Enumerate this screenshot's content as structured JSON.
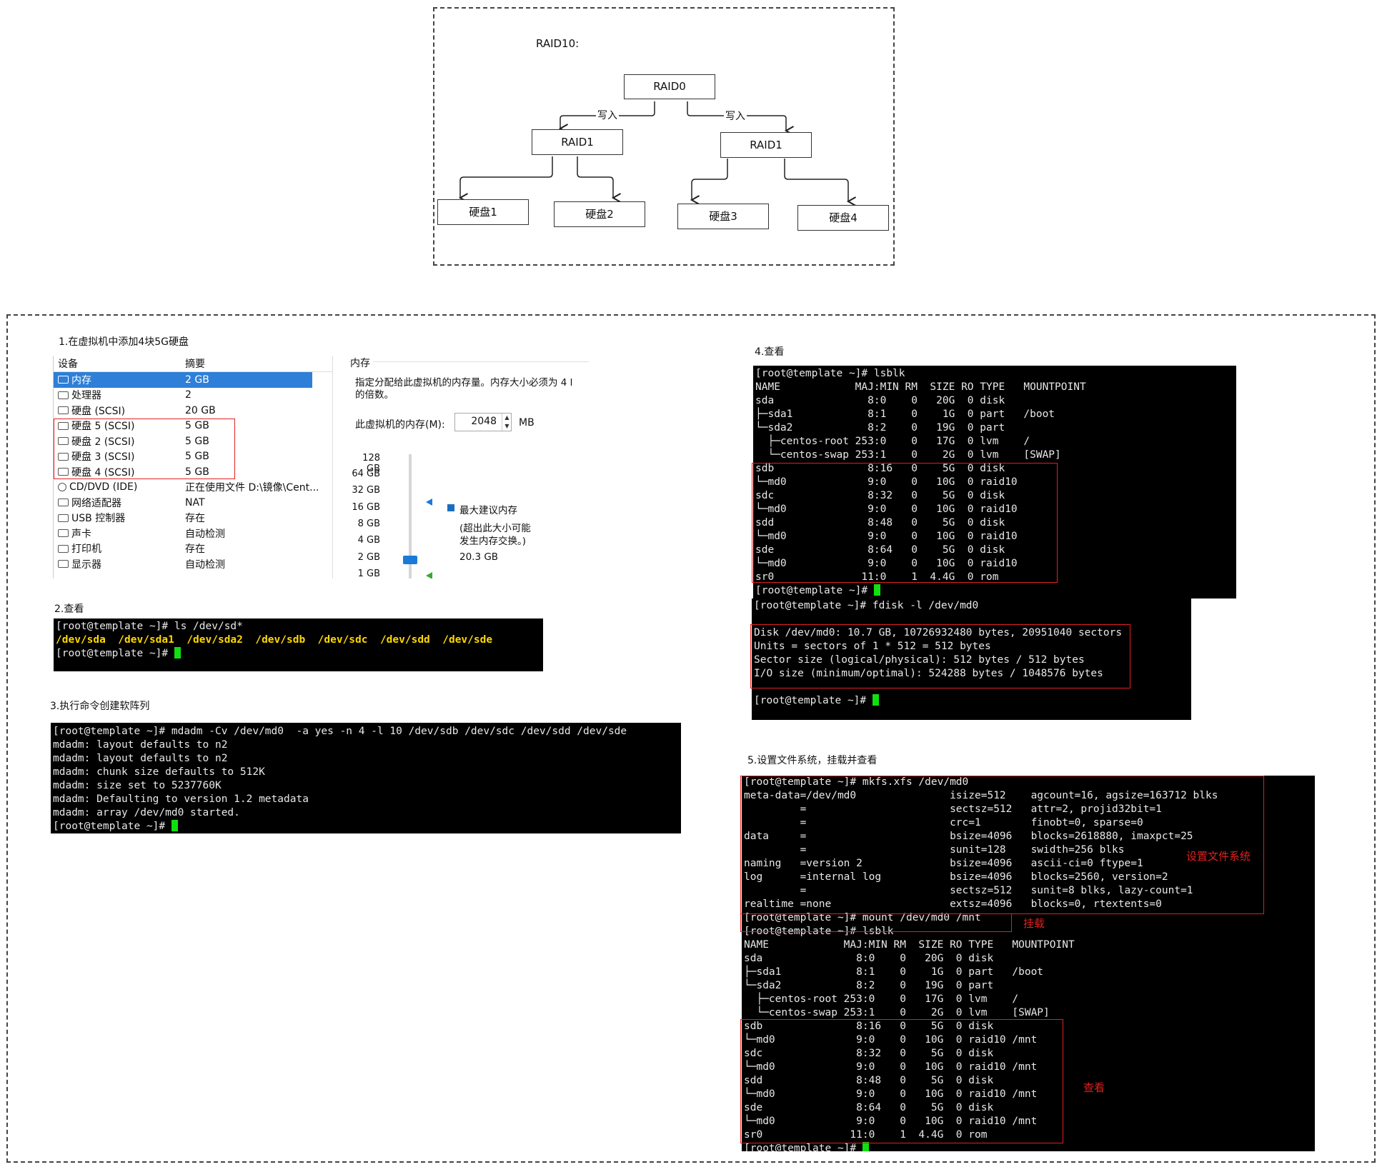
{
  "diagram": {
    "title": "RAID10:",
    "root": "RAID0",
    "write_label": "写入",
    "mid": [
      "RAID1",
      "RAID1"
    ],
    "leaves": [
      "硬盘1",
      "硬盘2",
      "硬盘3",
      "硬盘4"
    ]
  },
  "step1": {
    "heading": "1.在虚拟机中添加4块5G硬盘",
    "col_device": "设备",
    "col_summary": "摘要",
    "devices": [
      {
        "name": "内存",
        "summary": "2 GB",
        "icon": "memory-icon"
      },
      {
        "name": "处理器",
        "summary": "2",
        "icon": "cpu-icon"
      },
      {
        "name": "硬盘 (SCSI)",
        "summary": "20 GB",
        "icon": "disk-icon"
      },
      {
        "name": "硬盘 5 (SCSI)",
        "summary": "5 GB",
        "icon": "disk-icon"
      },
      {
        "name": "硬盘 2 (SCSI)",
        "summary": "5 GB",
        "icon": "disk-icon"
      },
      {
        "name": "硬盘 3 (SCSI)",
        "summary": "5 GB",
        "icon": "disk-icon"
      },
      {
        "name": "硬盘 4 (SCSI)",
        "summary": "5 GB",
        "icon": "disk-icon"
      },
      {
        "name": "CD/DVD (IDE)",
        "summary": "正在使用文件 D:\\镜像\\Cent...",
        "icon": "cd-icon"
      },
      {
        "name": "网络适配器",
        "summary": "NAT",
        "icon": "network-icon"
      },
      {
        "name": "USB 控制器",
        "summary": "存在",
        "icon": "usb-icon"
      },
      {
        "name": "声卡",
        "summary": "自动检测",
        "icon": "speaker-icon"
      },
      {
        "name": "打印机",
        "summary": "存在",
        "icon": "printer-icon"
      },
      {
        "name": "显示器",
        "summary": "自动检测",
        "icon": "monitor-icon"
      }
    ],
    "memory": {
      "group": "内存",
      "desc": "指定分配给此虚拟机的内存量。内存大小必须为 4 l 的倍数。",
      "desc1": "指定分配给此虚拟机的内存量。内存大小必须为 4 l",
      "desc2": "的倍数。",
      "field_label": "此虚拟机的内存(M):",
      "value": "2048",
      "unit": "MB",
      "scale": [
        "128 GB",
        "64 GB",
        "32 GB",
        "16 GB",
        "8 GB",
        "4 GB",
        "2 GB",
        "1 GB"
      ],
      "legend_max": "最大建议内存",
      "legend_note1": "(超出此大小可能",
      "legend_note2": "发生内存交换。)",
      "legend_value": "20.3 GB"
    }
  },
  "step2": {
    "heading": "2.查看",
    "lines": [
      "[root@template ~]# ls /dev/sd*",
      "/dev/sda  /dev/sda1  /dev/sda2  /dev/sdb  /dev/sdc  /dev/sdd  /dev/sde",
      "[root@template ~]# "
    ]
  },
  "step3": {
    "heading": "3.执行命令创建软阵列",
    "lines": [
      "[root@template ~]# mdadm -Cv /dev/md0  -a yes -n 4 -l 10 /dev/sdb /dev/sdc /dev/sdd /dev/sde",
      "mdadm: layout defaults to n2",
      "mdadm: layout defaults to n2",
      "mdadm: chunk size defaults to 512K",
      "mdadm: size set to 5237760K",
      "mdadm: Defaulting to version 1.2 metadata",
      "mdadm: array /dev/md0 started.",
      "[root@template ~]# "
    ]
  },
  "step4": {
    "heading": "4.查看",
    "lsblk": [
      "[root@template ~]# lsblk",
      "NAME            MAJ:MIN RM  SIZE RO TYPE   MOUNTPOINT",
      "sda               8:0    0   20G  0 disk",
      "├─sda1            8:1    0    1G  0 part   /boot",
      "└─sda2            8:2    0   19G  0 part",
      "  ├─centos-root 253:0    0   17G  0 lvm    /",
      "  └─centos-swap 253:1    0    2G  0 lvm    [SWAP]",
      "sdb               8:16   0    5G  0 disk",
      "└─md0             9:0    0   10G  0 raid10",
      "sdc               8:32   0    5G  0 disk",
      "└─md0             9:0    0   10G  0 raid10",
      "sdd               8:48   0    5G  0 disk",
      "└─md0             9:0    0   10G  0 raid10",
      "sde               8:64   0    5G  0 disk",
      "└─md0             9:0    0   10G  0 raid10",
      "sr0              11:0    1  4.4G  0 rom",
      "[root@template ~]# "
    ],
    "fdisk": [
      "[root@template ~]# fdisk -l /dev/md0",
      "",
      "Disk /dev/md0: 10.7 GB, 10726932480 bytes, 20951040 sectors",
      "Units = sectors of 1 * 512 = 512 bytes",
      "Sector size (logical/physical): 512 bytes / 512 bytes",
      "I/O size (minimum/optimal): 524288 bytes / 1048576 bytes",
      "",
      "[root@template ~]# "
    ]
  },
  "step5": {
    "heading": "5.设置文件系统，挂载并查看",
    "note_fs": "设置文件系统",
    "note_mount": "挂载",
    "note_view": "查看",
    "lines": [
      "[root@template ~]# mkfs.xfs /dev/md0",
      "meta-data=/dev/md0               isize=512    agcount=16, agsize=163712 blks",
      "         =                       sectsz=512   attr=2, projid32bit=1",
      "         =                       crc=1        finobt=0, sparse=0",
      "data     =                       bsize=4096   blocks=2618880, imaxpct=25",
      "         =                       sunit=128    swidth=256 blks",
      "naming   =version 2              bsize=4096   ascii-ci=0 ftype=1",
      "log      =internal log           bsize=4096   blocks=2560, version=2",
      "         =                       sectsz=512   sunit=8 blks, lazy-count=1",
      "realtime =none                   extsz=4096   blocks=0, rtextents=0",
      "[root@template ~]# mount /dev/md0 /mnt",
      "[root@template ~]# lsblk",
      "NAME            MAJ:MIN RM  SIZE RO TYPE   MOUNTPOINT",
      "sda               8:0    0   20G  0 disk",
      "├─sda1            8:1    0    1G  0 part   /boot",
      "└─sda2            8:2    0   19G  0 part",
      "  ├─centos-root 253:0    0   17G  0 lvm    /",
      "  └─centos-swap 253:1    0    2G  0 lvm    [SWAP]",
      "sdb               8:16   0    5G  0 disk",
      "└─md0             9:0    0   10G  0 raid10 /mnt",
      "sdc               8:32   0    5G  0 disk",
      "└─md0             9:0    0   10G  0 raid10 /mnt",
      "sdd               8:48   0    5G  0 disk",
      "└─md0             9:0    0   10G  0 raid10 /mnt",
      "sde               8:64   0    5G  0 disk",
      "└─md0             9:0    0   10G  0 raid10 /mnt",
      "sr0              11:0    1  4.4G  0 rom",
      "[root@template ~]# "
    ]
  }
}
